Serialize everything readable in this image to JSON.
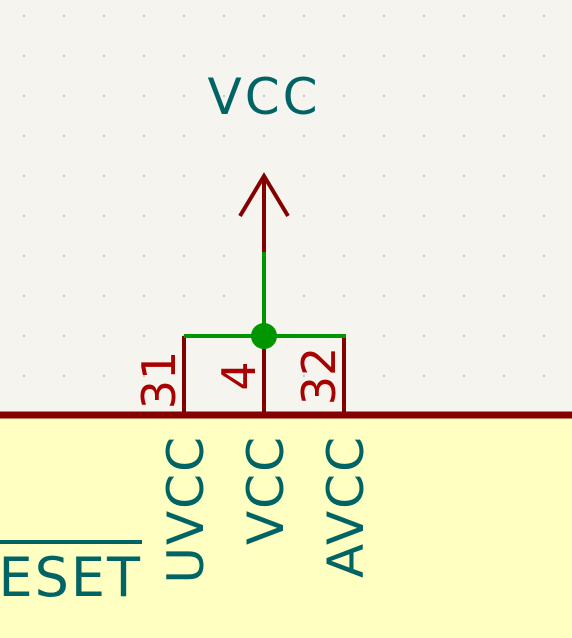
{
  "schematic": {
    "power_symbol": {
      "label": "VCC"
    },
    "pins": [
      {
        "number": "31",
        "name": "UVCC"
      },
      {
        "number": "4",
        "name": "VCC"
      },
      {
        "number": "32",
        "name": "AVCC"
      }
    ],
    "partial_pin_label": "ESET",
    "colors": {
      "background": "#f5f4ef",
      "component_body": "#ffffc2",
      "component_outline": "#840000",
      "pin_number_text": "#a90000",
      "net_label_text": "#006364",
      "wire": "#009600",
      "junction": "#009600",
      "grid_dot": "#c8c8c8"
    }
  }
}
